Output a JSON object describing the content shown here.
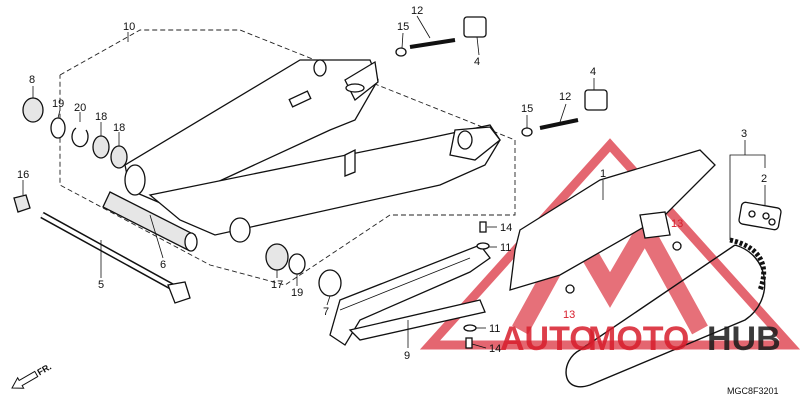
{
  "diagram": {
    "code": "MGC8F3201",
    "direction_label": "FR.",
    "watermark": {
      "brand_auto": "AUTO",
      "brand_moto": "MOTO",
      "brand_hub": "HUB",
      "red": "#d81e2c",
      "dark": "#1a1a1a"
    },
    "callouts": {
      "c1": "1",
      "c2": "2",
      "c3": "3",
      "c4a": "4",
      "c4b": "4",
      "c5": "5",
      "c6": "6",
      "c7": "7",
      "c8": "8",
      "c9": "9",
      "c10": "10",
      "c11a": "11",
      "c11b": "11",
      "c12a": "12",
      "c12b": "12",
      "c13a": "13",
      "c13b": "13",
      "c14a": "14",
      "c14b": "14",
      "c15a": "15",
      "c15b": "15",
      "c16": "16",
      "c17": "17",
      "c18a": "18",
      "c18b": "18",
      "c19a": "19",
      "c19b": "19",
      "c20": "20"
    }
  }
}
